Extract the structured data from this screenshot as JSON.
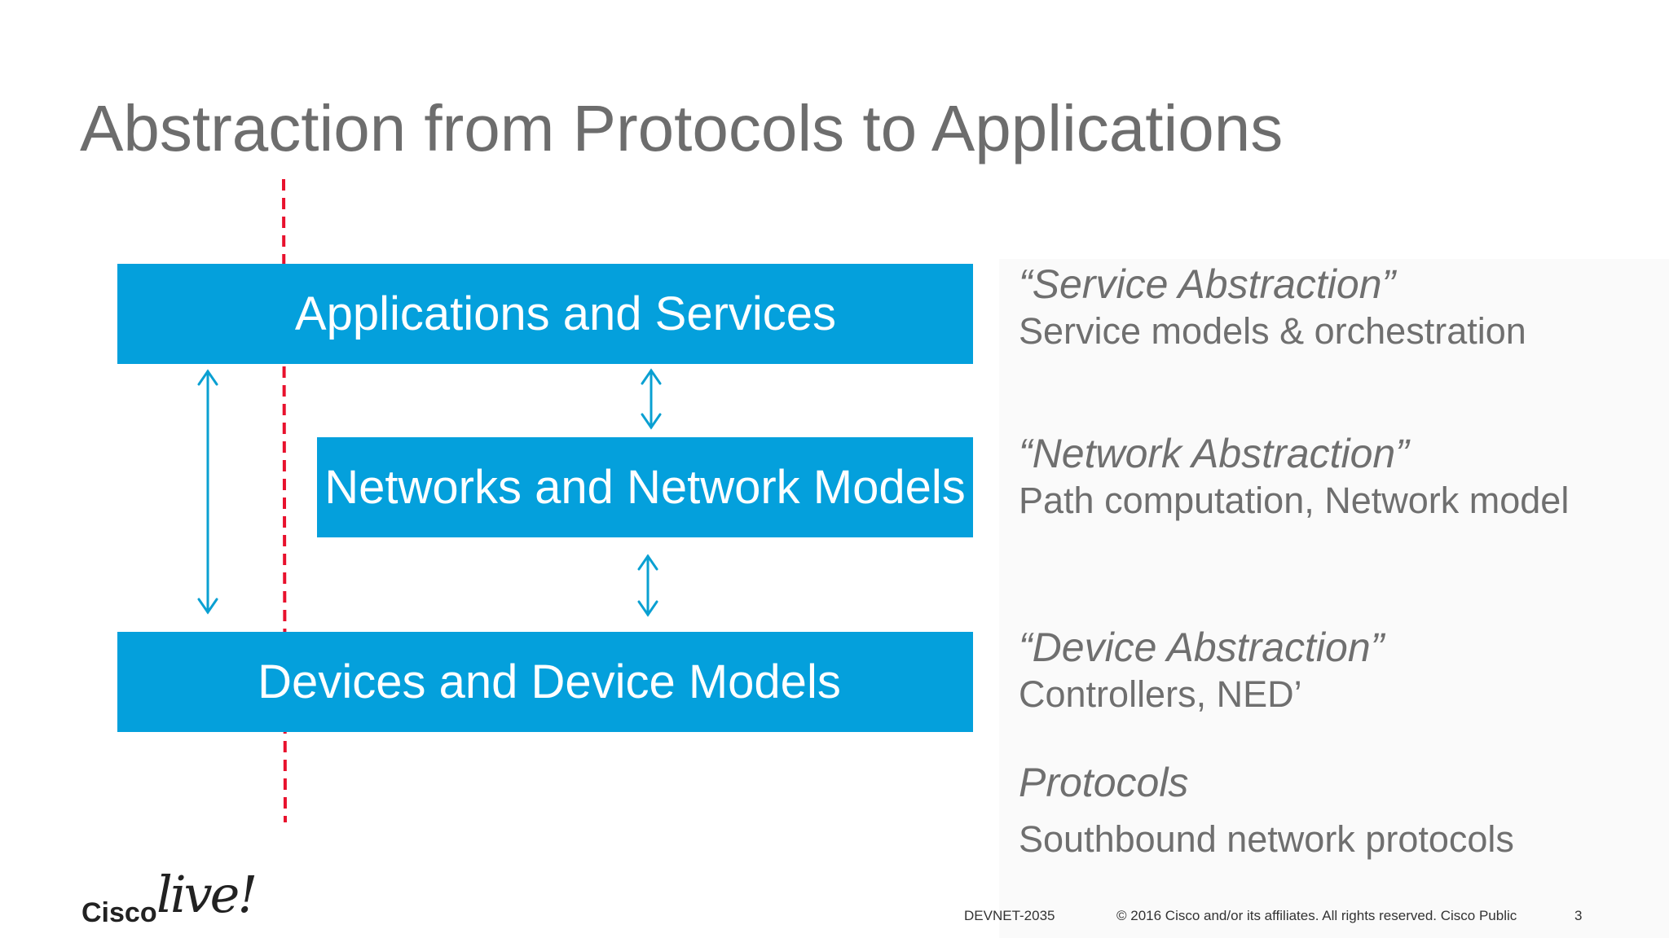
{
  "slide": {
    "title": "Abstraction from Protocols to Applications"
  },
  "layers": {
    "applications": "Applications and Services",
    "networks": "Networks and Network Models",
    "devices": "Devices and Device Models"
  },
  "abstractions": {
    "service": {
      "title": "“Service Abstraction”",
      "desc": "Service models & orchestration"
    },
    "network": {
      "title": "“Network Abstraction”",
      "desc": "Path computation, Network model"
    },
    "device": {
      "title": "“Device Abstraction”",
      "desc": "Controllers, NED’"
    },
    "protocols": {
      "title": "Protocols",
      "desc": "Southbound network protocols"
    }
  },
  "footer": {
    "session": "DEVNET-2035",
    "copyright": "© 2016  Cisco and/or its affiliates. All rights reserved.   Cisco Public",
    "page_number": "3"
  },
  "logo": {
    "brand": "Cisco",
    "event": "live!"
  },
  "colors": {
    "box_blue": "#04a0dc",
    "arrow_blue": "#0aa0d2",
    "divider_red": "#e8112d",
    "text_gray": "#6f6f6f"
  }
}
